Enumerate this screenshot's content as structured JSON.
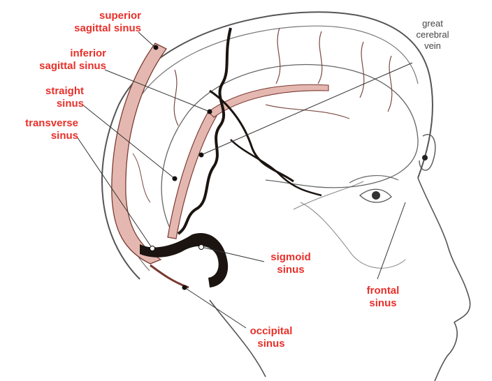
{
  "colors": {
    "label_red": "#e8302a",
    "label_gray": "#444444",
    "outline": "#555555",
    "vein_dark": "#1b1410",
    "sinus_fill": "#e4b8b0",
    "sinus_stroke": "#7a3a32",
    "thin_vessel": "#7a4a44"
  },
  "labels": {
    "superior_sagittal": [
      "superior",
      "sagittal sinus"
    ],
    "inferior_sagittal": [
      "inferior",
      "sagittal sinus"
    ],
    "straight": [
      "straight",
      "sinus"
    ],
    "transverse": [
      "transverse",
      "sinus"
    ],
    "sigmoid": [
      "sigmoid",
      "sinus"
    ],
    "occipital": [
      "occipital",
      "sinus"
    ],
    "frontal": [
      "frontal",
      "sinus"
    ],
    "great_cerebral_vein": [
      "great",
      "cerebral",
      "vein"
    ]
  }
}
